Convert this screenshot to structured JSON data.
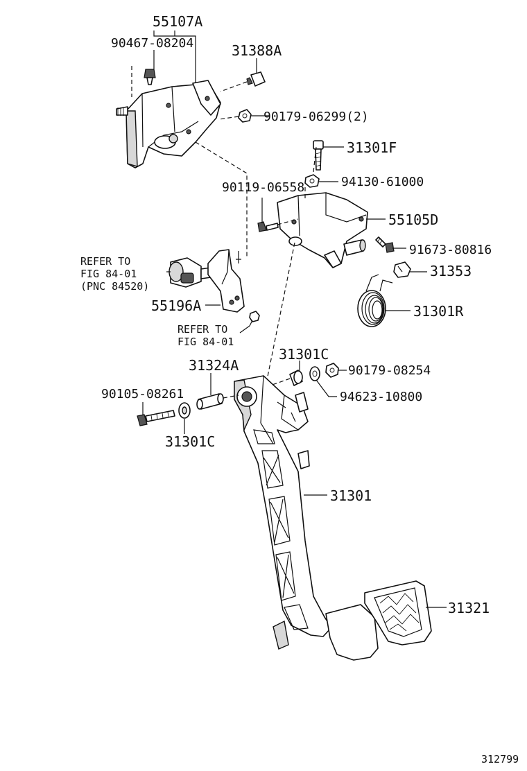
{
  "labels": {
    "p55107A": "55107A",
    "p90467": "90467-08204",
    "p31388A": "31388A",
    "p90179a": "90179-06299(2)",
    "p31301F": "31301F",
    "p94130": "94130-61000",
    "p90119": "90119-06558",
    "p55105D": "55105D",
    "p91673": "91673-80816",
    "p31353": "31353",
    "p31301R": "31301R",
    "refer1_a": "REFER TO",
    "refer1_b": "FIG 84-01",
    "refer1_c": "(PNC 84520)",
    "p55196A": "55196A",
    "refer2_a": "REFER TO",
    "refer2_b": "FIG 84-01",
    "p31301C_top": "31301C",
    "p90179b": "90179-08254",
    "p31324A": "31324A",
    "p90105": "90105-08261",
    "p94623": "94623-10800",
    "p31301C_bot": "31301C",
    "p31301": "31301",
    "p31321": "31321",
    "figure_id": "312799"
  }
}
